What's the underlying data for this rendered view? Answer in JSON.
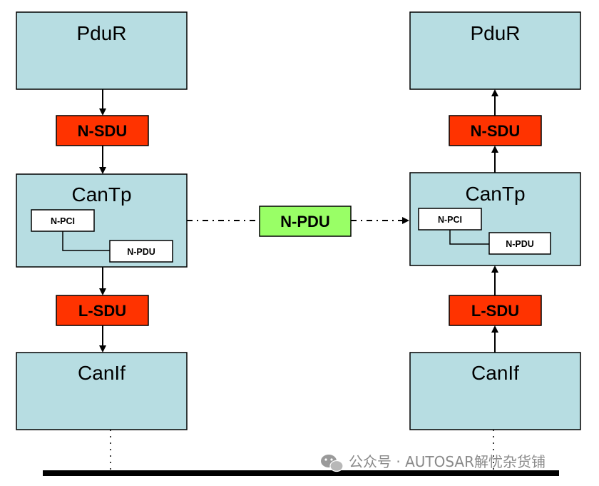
{
  "colors": {
    "layer_fill": "#b7dde2",
    "sdu_fill": "#ff3300",
    "npdu_fill": "#99ff66",
    "small_box_fill": "#ffffff",
    "stroke": "#000000",
    "watermark": "#8a8a8a"
  },
  "left": {
    "pdur": "PduR",
    "nsdu": "N-SDU",
    "cantp": "CanTp",
    "npci": "N-PCI",
    "npdu_inner": "N-PDU",
    "lsdu": "L-SDU",
    "canif": "CanIf"
  },
  "right": {
    "pdur": "PduR",
    "nsdu": "N-SDU",
    "cantp": "CanTp",
    "npci": "N-PCI",
    "npdu_inner": "N-PDU",
    "lsdu": "L-SDU",
    "canif": "CanIf"
  },
  "middle": {
    "npdu": "N-PDU"
  },
  "watermark": {
    "icon": "wechat-icon",
    "text": "公众号 · AUTOSAR解忧杂货铺"
  }
}
